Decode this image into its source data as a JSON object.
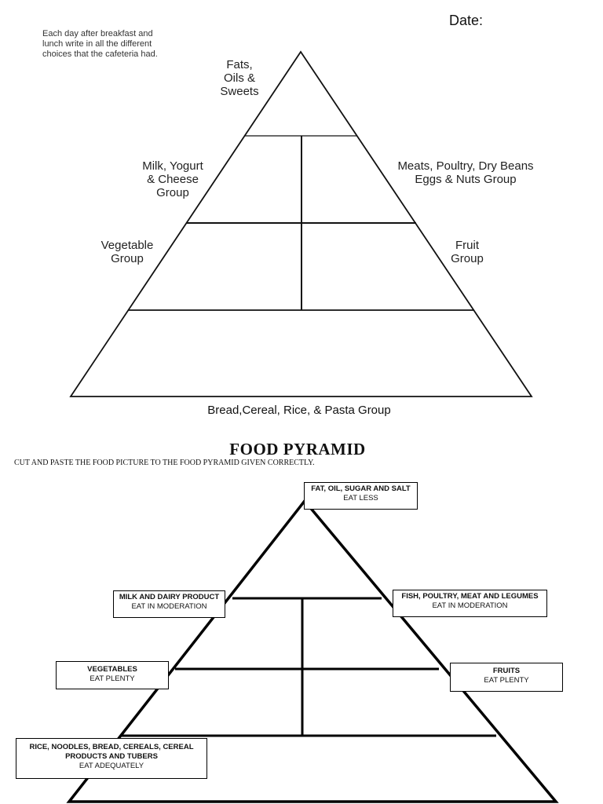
{
  "top_section": {
    "date_label": "Date:",
    "instructions": "Each day after breakfast and\nlunch write in all the different\nchoices that the cafeteria had.",
    "labels": {
      "fats": "Fats,\nOils &\nSweets",
      "milk": "Milk, Yogurt\n& Cheese\nGroup",
      "meats": "Meats, Poultry, Dry Beans\nEggs & Nuts Group",
      "vegetable": "Vegetable\nGroup",
      "fruit": "Fruit\nGroup",
      "bread": "Bread,Cereal, Rice, & Pasta Group"
    }
  },
  "bottom_section": {
    "title": "FOOD PYRAMID",
    "instruction": "CUT AND PASTE THE FOOD PICTURE TO THE FOOD PYRAMID GIVEN CORRECTLY.",
    "boxes": {
      "fat": {
        "title": "FAT, OIL, SUGAR AND SALT",
        "sub": "EAT LESS"
      },
      "milk": {
        "title": "MILK AND DAIRY PRODUCT",
        "sub": "EAT IN MODERATION"
      },
      "fish": {
        "title": "FISH, POULTRY, MEAT AND LEGUMES",
        "sub": "EAT IN MODERATION"
      },
      "vegetables": {
        "title": "VEGETABLES",
        "sub": "EAT PLENTY"
      },
      "fruits": {
        "title": "FRUITS",
        "sub": "EAT PLENTY"
      },
      "rice": {
        "title": "RICE, NOODLES, BREAD, CEREALS, CEREAL PRODUCTS AND TUBERS",
        "sub": "EAT ADEQUATELY"
      }
    }
  }
}
